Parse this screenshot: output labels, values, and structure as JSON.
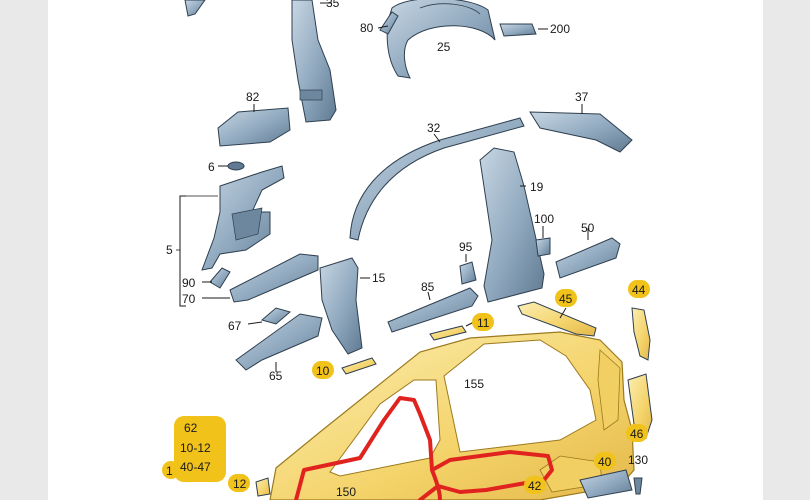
{
  "labels": {
    "l35": "35",
    "l80": "80",
    "l25": "25",
    "l200": "200",
    "l82": "82",
    "l37": "37",
    "l32": "32",
    "l6": "6",
    "l19": "19",
    "l5": "5",
    "l100": "100",
    "l50": "50",
    "l95": "95",
    "l90": "90",
    "l15": "15",
    "l85": "85",
    "l70": "70",
    "l45": "45",
    "l44": "44",
    "l67": "67",
    "l11": "11",
    "l10": "10",
    "l155": "155",
    "l65": "65",
    "l46": "46",
    "l62": "62",
    "l1012": "10-12",
    "l4047": "40-47",
    "l1": "1",
    "l40": "40",
    "l130": "130",
    "l12": "12",
    "l150": "150",
    "l42": "42"
  },
  "colors": {
    "part_fill": "#8fa8be",
    "part_stroke": "#2f3f4f",
    "highlight": "#f0c21a",
    "body_yellow": "#f7dc7a",
    "red_marker": "#e0231f"
  }
}
